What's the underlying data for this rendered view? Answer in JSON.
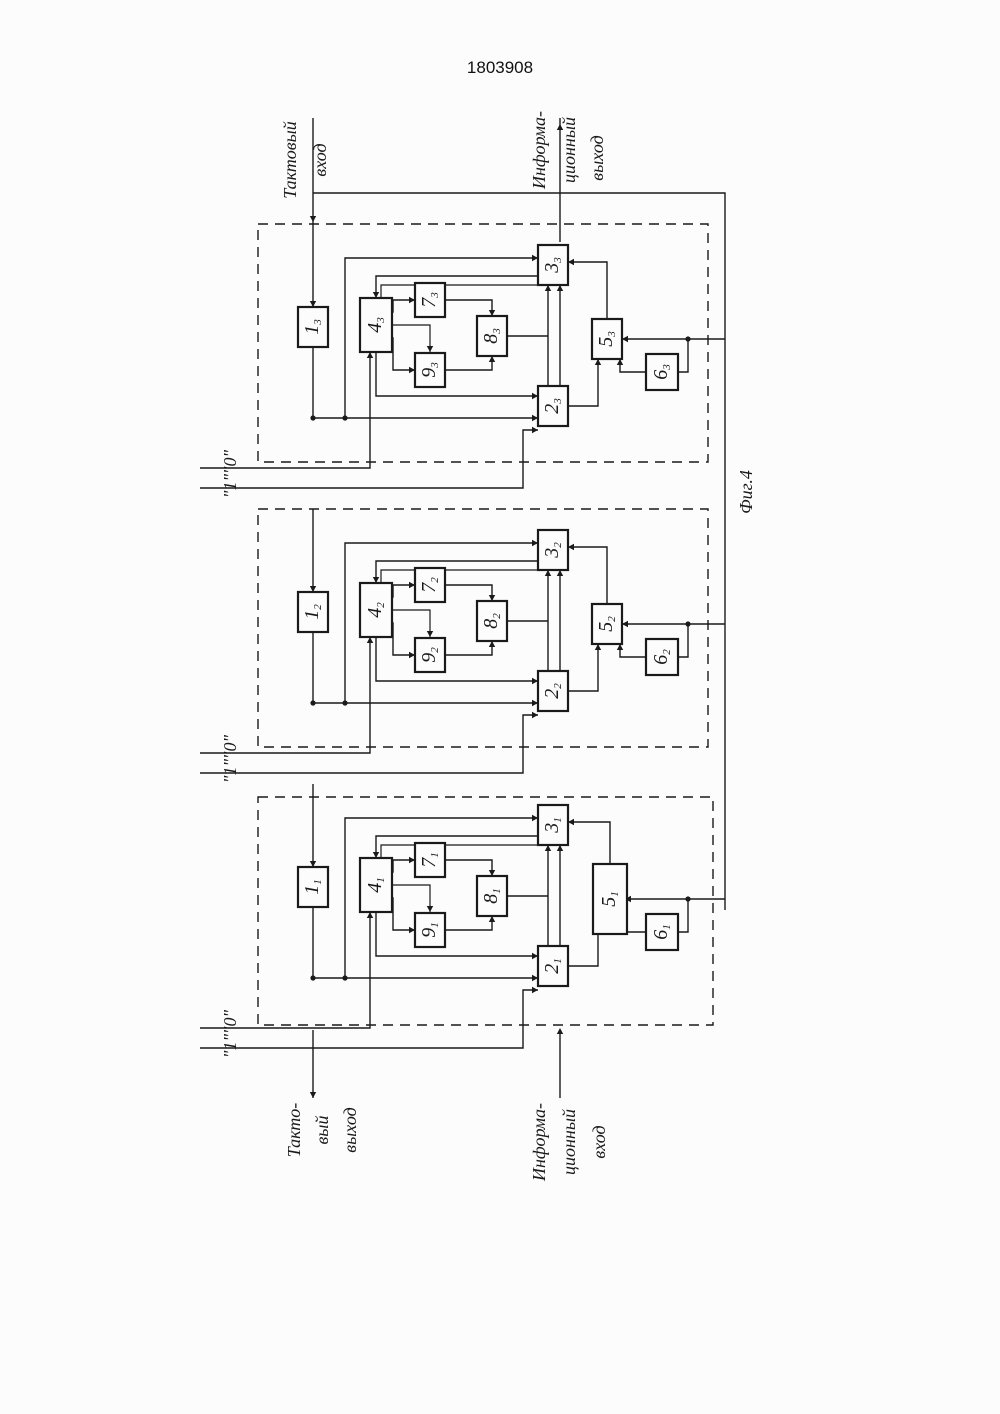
{
  "page_number": "1803908",
  "figure_caption": "Фиг.4",
  "terminals": {
    "clock_input": [
      "Тактовый",
      "вход"
    ],
    "info_output": [
      "Информа-",
      "ционный",
      "выход"
    ],
    "clock_output": [
      "Такто-",
      "вый",
      "выход"
    ],
    "info_input": [
      "Информа-",
      "ционный",
      "вход"
    ]
  },
  "logic_levels": {
    "one": "\"1\"",
    "zero": "\"0\""
  },
  "stages": [
    {
      "labels": {
        "b1": "1",
        "b2": "2",
        "b3": "3",
        "b4": "4",
        "b5": "5",
        "b6": "6",
        "b7": "7",
        "b8": "8",
        "b9": "9"
      },
      "subscript": "1"
    },
    {
      "labels": {
        "b1": "1",
        "b2": "2",
        "b3": "3",
        "b4": "4",
        "b5": "5",
        "b6": "6",
        "b7": "7",
        "b8": "8",
        "b9": "9"
      },
      "subscript": "2"
    },
    {
      "labels": {
        "b1": "1",
        "b2": "2",
        "b3": "3",
        "b4": "4",
        "b5": "5",
        "b6": "6",
        "b7": "7",
        "b8": "8",
        "b9": "9"
      },
      "subscript": "3"
    }
  ]
}
